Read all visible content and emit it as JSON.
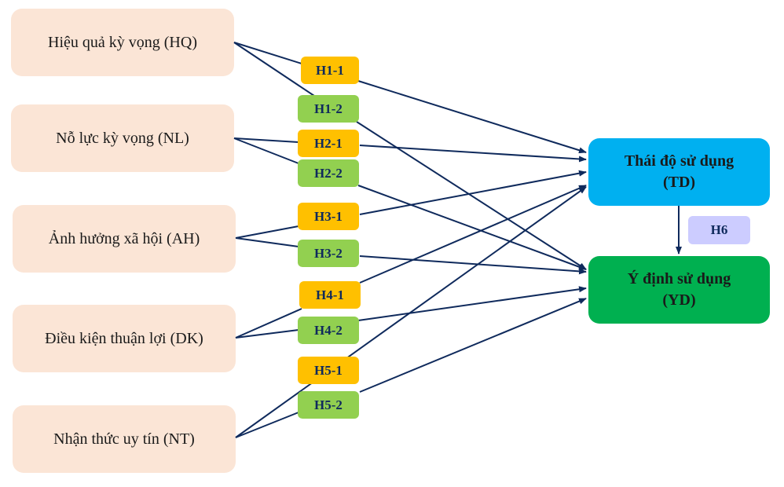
{
  "diagram": {
    "sources": [
      {
        "id": "HQ",
        "label": "Hiệu quả kỳ vọng (HQ)"
      },
      {
        "id": "NL",
        "label": "Nỗ lực kỳ vọng (NL)"
      },
      {
        "id": "AH",
        "label": "Ảnh hưởng xã hội (AH)"
      },
      {
        "id": "DK",
        "label": "Điều kiện thuận lợi (DK)"
      },
      {
        "id": "NT",
        "label": "Nhận thức uy tín (NT)"
      }
    ],
    "targets": [
      {
        "id": "TD",
        "line1": "Thái độ sử dụng",
        "line2": "(TD)"
      },
      {
        "id": "YD",
        "line1": "Ý định sử dụng",
        "line2": "(YD)"
      }
    ],
    "hypotheses": [
      {
        "id": "H1-1",
        "label": "H1-1",
        "from": "HQ",
        "to": "TD",
        "color": "#ffc000"
      },
      {
        "id": "H1-2",
        "label": "H1-2",
        "from": "HQ",
        "to": "YD",
        "color": "#92d050"
      },
      {
        "id": "H2-1",
        "label": "H2-1",
        "from": "NL",
        "to": "TD",
        "color": "#ffc000"
      },
      {
        "id": "H2-2",
        "label": "H2-2",
        "from": "NL",
        "to": "YD",
        "color": "#92d050"
      },
      {
        "id": "H3-1",
        "label": "H3-1",
        "from": "AH",
        "to": "TD",
        "color": "#ffc000"
      },
      {
        "id": "H3-2",
        "label": "H3-2",
        "from": "AH",
        "to": "YD",
        "color": "#92d050"
      },
      {
        "id": "H4-1",
        "label": "H4-1",
        "from": "DK",
        "to": "TD",
        "color": "#ffc000"
      },
      {
        "id": "H4-2",
        "label": "H4-2",
        "from": "DK",
        "to": "YD",
        "color": "#92d050"
      },
      {
        "id": "H5-1",
        "label": "H5-1",
        "from": "NT",
        "to": "TD",
        "color": "#ffc000"
      },
      {
        "id": "H5-2",
        "label": "H5-2",
        "from": "NT",
        "to": "YD",
        "color": "#92d050"
      },
      {
        "id": "H6",
        "label": "H6",
        "from": "TD",
        "to": "YD",
        "color": "#ccccff"
      }
    ],
    "colors": {
      "source_fill": "#fbe5d6",
      "td_fill": "#00b0f0",
      "yd_fill": "#00b050",
      "arrow": "#0f2a5c"
    }
  }
}
